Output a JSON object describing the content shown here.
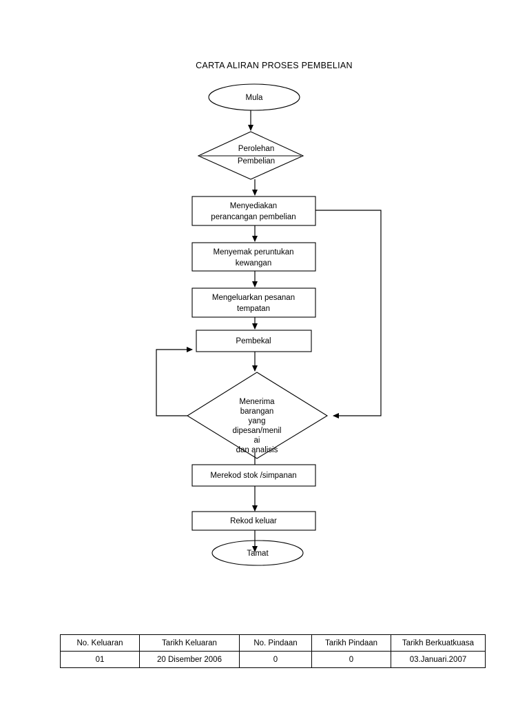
{
  "document": {
    "title": "CARTA ALIRAN PROSES PEMBELIAN"
  },
  "flowchart": {
    "nodes": {
      "start": {
        "label": "Mula",
        "shape": "oval"
      },
      "decision_perolehan": {
        "line1": "Perolehan",
        "line2": "Pembelian",
        "shape": "diamond"
      },
      "proc_perancangan": {
        "line1": "Menyediakan",
        "line2": "perancangan pembelian",
        "shape": "rect"
      },
      "proc_peruntukan": {
        "line1": "Menyemak peruntukan",
        "line2": "kewangan",
        "shape": "rect"
      },
      "proc_pesanan": {
        "line1": "Mengeluarkan pesanan",
        "line2": "tempatan",
        "shape": "rect"
      },
      "proc_pembekal": {
        "label": "Pembekal",
        "shape": "rect"
      },
      "decision_menerima": {
        "line1": "Menerima",
        "line2": "barangan",
        "line3": "yang",
        "line4": "dipesan/menil",
        "line5": "ai",
        "line6": "dan analisis",
        "shape": "diamond"
      },
      "proc_merekod": {
        "label": "Merekod stok /simpanan",
        "shape": "rect"
      },
      "proc_rekod_keluar": {
        "label": "Rekod keluar",
        "shape": "rect"
      },
      "end": {
        "label": "Tamat",
        "shape": "oval"
      }
    },
    "colors": {
      "stroke": "#000000",
      "fill": "#ffffff",
      "background": "#ffffff"
    }
  },
  "footer_table": {
    "headers": [
      "No. Keluaran",
      "Tarikh Keluaran",
      "No. Pindaan",
      "Tarikh Pindaan",
      "Tarikh Berkuatkuasa"
    ],
    "rows": [
      [
        "01",
        "20 Disember 2006",
        "0",
        "0",
        "03.Januari.2007"
      ]
    ]
  }
}
